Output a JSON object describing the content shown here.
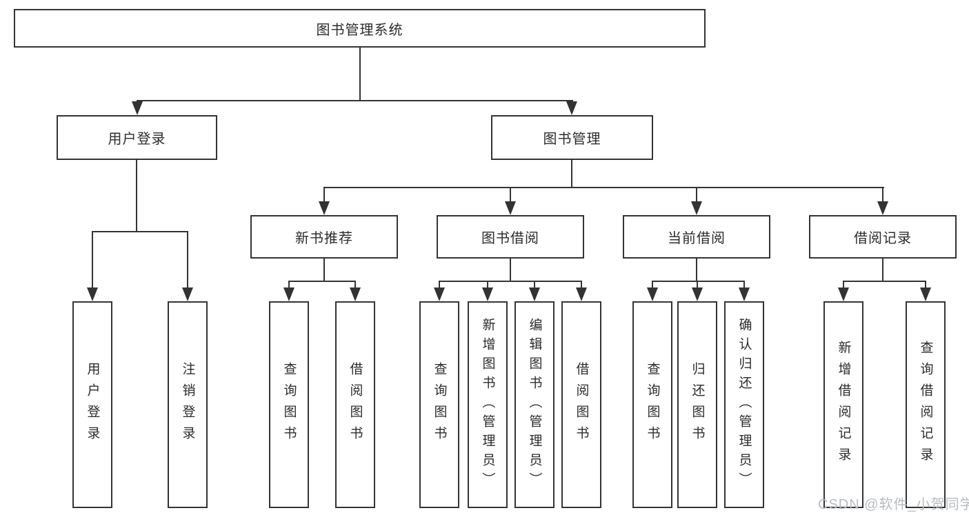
{
  "title": {
    "label": "图书管理系统"
  },
  "branches": [
    {
      "label": "用户登录",
      "leaves": [
        {
          "label": "用户登录"
        },
        {
          "label": "注销登录"
        }
      ]
    },
    {
      "label": "图书管理",
      "sections": [
        {
          "label": "新书推荐",
          "leaves": [
            {
              "label": "查询图书"
            },
            {
              "label": "借阅图书"
            }
          ]
        },
        {
          "label": "图书借阅",
          "leaves": [
            {
              "label": "查询图书"
            },
            {
              "label": "新增图书（管理员）"
            },
            {
              "label": "编辑图书（管理员）"
            },
            {
              "label": "借阅图书"
            }
          ]
        },
        {
          "label": "当前借阅",
          "leaves": [
            {
              "label": "查询图书"
            },
            {
              "label": "归还图书"
            },
            {
              "label": "确认归还（管理员）"
            }
          ]
        },
        {
          "label": "借阅记录",
          "leaves": [
            {
              "label": "新增借阅记录"
            },
            {
              "label": "查询借阅记录"
            }
          ]
        }
      ]
    }
  ],
  "watermark": {
    "text": "CSDN @软件_小贺同学"
  },
  "colors": {
    "line": "#333333",
    "box_background": "#ffffff",
    "text": "#2b2b2b",
    "watermark": "#b7bbc0"
  }
}
